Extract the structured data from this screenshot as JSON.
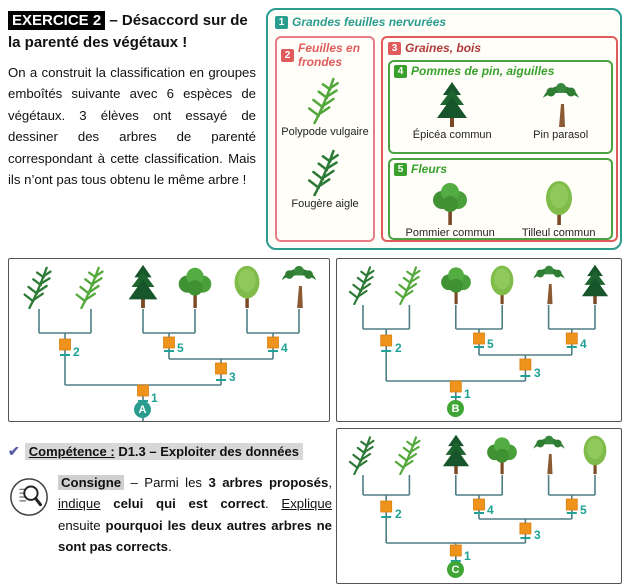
{
  "header": {
    "tag": "EXERCICE 2",
    "title_rest": " – Désaccord sur de la parenté des végétaux !"
  },
  "intro": "On a construit la classification en groupes emboîtés suivante avec 6 espèces de végétaux. 3 élèves ont essayé de dessiner des arbres de parenté correspondant à cette classification. Mais ils n’ont pas tous obtenu le même arbre !",
  "classification": {
    "group1": {
      "num": "1",
      "label": "Grandes feuilles nervurées"
    },
    "group2": {
      "num": "2",
      "label": "Feuilles en frondes",
      "species": [
        {
          "name": "Polypode vulgaire",
          "icon": "fern-polypode"
        },
        {
          "name": "Fougère aigle",
          "icon": "fern-aigle"
        }
      ]
    },
    "group3": {
      "num": "3",
      "label": "Graines, bois"
    },
    "group4": {
      "num": "4",
      "label": "Pommes de pin, aiguilles",
      "species": [
        {
          "name": "Épicéa commun",
          "icon": "epicea"
        },
        {
          "name": "Pin parasol",
          "icon": "pin"
        }
      ]
    },
    "group5": {
      "num": "5",
      "label": "Fleurs",
      "species": [
        {
          "name": "Pommier commun",
          "icon": "pommier"
        },
        {
          "name": "Tilleul commun",
          "icon": "tilleul"
        }
      ]
    }
  },
  "trees": {
    "A": {
      "badge": "A",
      "badge_color": "#2a9d8f",
      "taxa": [
        "fern-aigle",
        "fern-polypode",
        "epicea",
        "pommier",
        "tilleul",
        "pin"
      ],
      "nodes": {
        "pair1": "2",
        "pair2": "5",
        "pair3": "4",
        "inner": "3",
        "root": "1"
      }
    },
    "B": {
      "badge": "B",
      "badge_color": "#3fa535",
      "taxa": [
        "fern-aigle",
        "fern-polypode",
        "pommier",
        "tilleul",
        "pin",
        "epicea"
      ],
      "nodes": {
        "pair1": "2",
        "pair2": "5",
        "pair3": "4",
        "inner": "3",
        "root": "1"
      }
    },
    "C": {
      "badge": "C",
      "badge_color": "#3fa535",
      "taxa": [
        "fern-aigle",
        "fern-polypode",
        "epicea",
        "pommier",
        "pin",
        "tilleul"
      ],
      "nodes": {
        "pair1": "2",
        "pair2": "4",
        "pair3": "5",
        "inner": "3",
        "root": "1"
      }
    }
  },
  "competence": {
    "check": "✔",
    "label": "Compétence :",
    "text": " D1.3 – Exploiter des données"
  },
  "consigne": {
    "tag": "Consigne",
    "segments": [
      {
        "t": " – Parmi les "
      },
      {
        "t": "3 arbres proposés",
        "s": "b"
      },
      {
        "t": ", "
      },
      {
        "t": "indique",
        "s": "u"
      },
      {
        "t": " "
      },
      {
        "t": "celui qui est correct",
        "s": "b"
      },
      {
        "t": ". "
      },
      {
        "t": "Explique",
        "s": "u"
      },
      {
        "t": " ensuite "
      },
      {
        "t": "pourquoi les deux autres arbres ne sont pas corrects",
        "s": "b"
      },
      {
        "t": "."
      }
    ]
  },
  "colors": {
    "accent_teal": "#2a9d8f",
    "accent_red": "#e05c5c",
    "accent_green": "#3aa02c",
    "node_orange": "#f0931d",
    "branch_line": "#4e7e85"
  }
}
